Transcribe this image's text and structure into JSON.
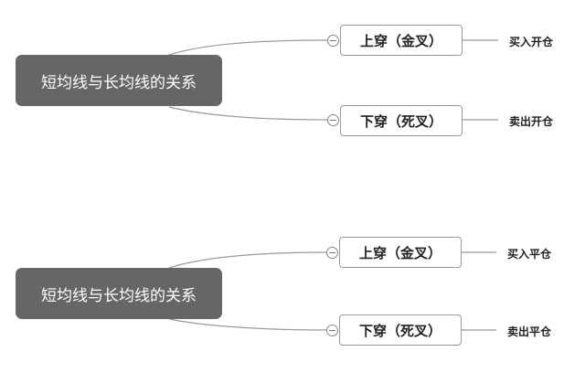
{
  "maps": [
    {
      "root": "短均线与长均线的关系",
      "branches": [
        {
          "label": "上穿（金叉）",
          "leaf": "买入开仓"
        },
        {
          "label": "下穿（死叉）",
          "leaf": "卖出开仓"
        }
      ]
    },
    {
      "root": "短均线与长均线的关系",
      "branches": [
        {
          "label": "上穿（金叉）",
          "leaf": "买入平仓"
        },
        {
          "label": "下穿（死叉）",
          "leaf": "卖出平仓"
        }
      ]
    }
  ]
}
